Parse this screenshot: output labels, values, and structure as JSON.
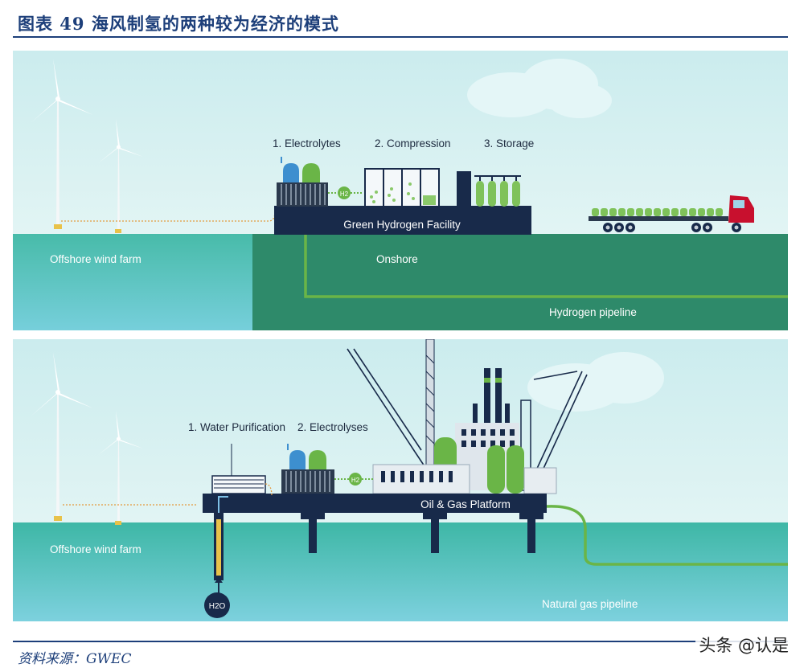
{
  "figure": {
    "title": "图表 49    海风制氢的两种较为经济的模式",
    "source": "资料来源：GWEC",
    "watermark": "头条 @认是"
  },
  "top_panel": {
    "step1": "1. Electrolytes",
    "step2": "2. Compression",
    "step3": "3. Storage",
    "facility": "Green Hydrogen Facility",
    "wind_farm": "Offshore wind farm",
    "onshore": "Onshore",
    "pipeline": "Hydrogen pipeline",
    "h2_badge": "H2"
  },
  "bottom_panel": {
    "step1": "1. Water Purification",
    "step2": "2. Electrolyses",
    "platform": "Oil & Gas Platform",
    "wind_farm": "Offshore wind farm",
    "pipeline": "Natural gas pipeline",
    "h2_badge": "H2",
    "h2o_badge": "H2O"
  },
  "colors": {
    "title_blue": "#1d3f7a",
    "sea": "#3eb7a6",
    "land": "#2e8a6a",
    "navy": "#182a4a",
    "hydrogen_green": "#6ab547",
    "truck_red": "#c8102e"
  }
}
